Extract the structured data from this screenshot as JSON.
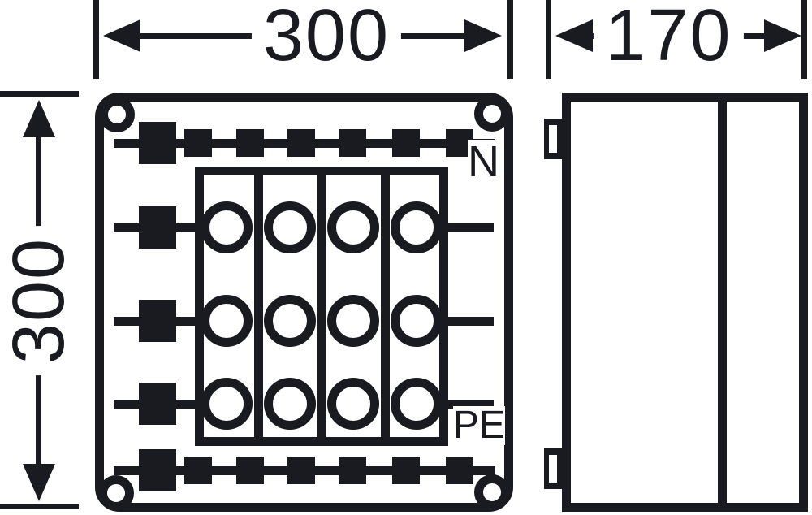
{
  "page": {
    "background": "#ffffff",
    "ink": "#1a1a21"
  },
  "dimensions": {
    "width": "300",
    "height": "300",
    "depth": "170"
  },
  "labels": {
    "neutral_bus": "N",
    "protective_earth_bus": "PE"
  },
  "front_view": {
    "corner_screws": 4,
    "bus_bars": [
      {
        "label": "N",
        "position": "top",
        "large_terminals": 1,
        "small_terminals": 6
      },
      {
        "label": "PE",
        "position": "bottom",
        "large_terminals": 1,
        "small_terminals": 6
      }
    ],
    "feed_rows": 3,
    "terminal_block": {
      "columns": 4,
      "rows": 3
    }
  },
  "side_view": {
    "compartments": 2,
    "mounting_tabs": 2
  }
}
